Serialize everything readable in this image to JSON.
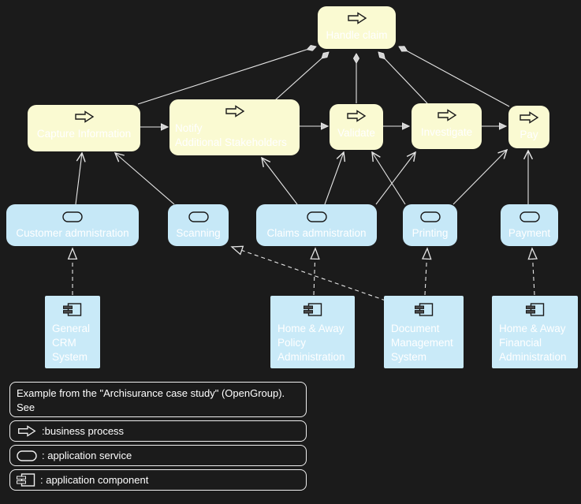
{
  "colors": {
    "background": "#1b1b1b",
    "process_fill": "#fafad2",
    "service_fill": "#c6e8f7",
    "component_fill": "#c9eaf8",
    "connector": "#e6e6e6",
    "text": "#ffffff"
  },
  "nodes": {
    "handle_claim": {
      "label": "Handle claim",
      "type": "business-process"
    },
    "capture_information": {
      "label": "Capture Information",
      "type": "business-process"
    },
    "notify_stakeholders": {
      "label": "Notify\nAdditional Stakeholders",
      "type": "business-process"
    },
    "validate": {
      "label": "Validate",
      "type": "business-process"
    },
    "investigate": {
      "label": "Investigate",
      "type": "business-process"
    },
    "pay": {
      "label": "Pay",
      "type": "business-process"
    },
    "customer_administration": {
      "label": "Customer admnistration",
      "type": "application-service"
    },
    "scanning": {
      "label": "Scanning",
      "type": "application-service"
    },
    "claims_administration": {
      "label": "Claims admnistration",
      "type": "application-service"
    },
    "printing": {
      "label": "Printing",
      "type": "application-service"
    },
    "payment": {
      "label": "Payment",
      "type": "application-service"
    },
    "general_crm_system": {
      "label": "General\nCRM\nSystem",
      "type": "application-component"
    },
    "policy_administration": {
      "label": "Home & Away\nPolicy\nAdministration",
      "type": "application-component"
    },
    "document_management_system": {
      "label": "Document\nManagement\nSystem",
      "type": "application-component"
    },
    "financial_administration": {
      "label": "Home & Away\nFinancial\nAdministration",
      "type": "application-component"
    }
  },
  "legend": {
    "title": "Example from the \"Archisurance case study\" (OpenGroup). See",
    "items": [
      {
        "icon": "business-process-icon",
        "label": ":business process"
      },
      {
        "icon": "application-service-icon",
        "label": ": application service"
      },
      {
        "icon": "application-component-icon",
        "label": ": application component"
      }
    ]
  }
}
